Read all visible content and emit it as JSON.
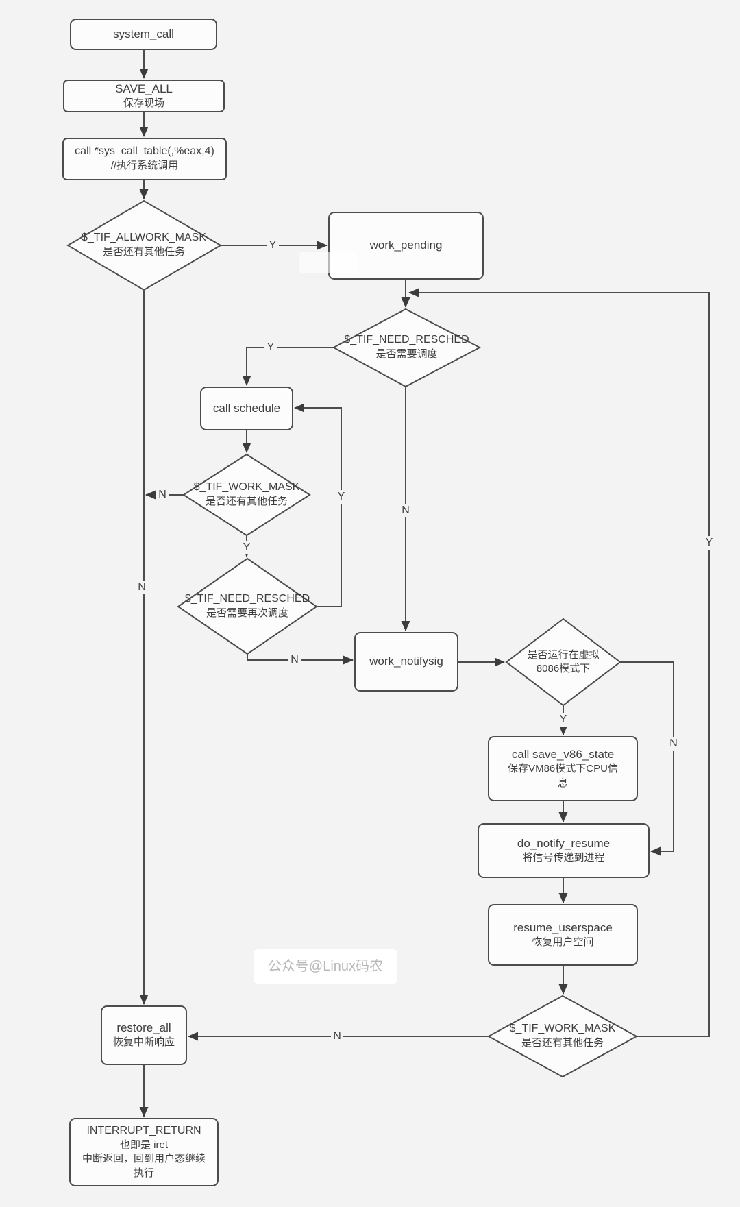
{
  "watermark": "公众号@Linux码农",
  "colors": {
    "background": "#f3f3f3",
    "node_fill": "#fcfcfc",
    "node_border": "#4c4c4c",
    "line": "#4c4c4c",
    "text": "#3e3e3e",
    "watermark_text": "#b8b8b8"
  },
  "nodes": {
    "system_call": {
      "lines": [
        "system_call"
      ]
    },
    "save_all": {
      "lines": [
        "SAVE_ALL",
        "保存现场"
      ]
    },
    "sys_call_table": {
      "lines": [
        "call *sys_call_table(,%eax,4)",
        "//执行系统调用"
      ]
    },
    "tif_allwork_mask": {
      "lines": [
        "$_TIF_ALLWORK_MASK",
        "是否还有其他任务"
      ]
    },
    "work_pending": {
      "lines": [
        "work_pending"
      ]
    },
    "tif_need_resched": {
      "lines": [
        "$_TIF_NEED_RESCHED",
        "是否需要调度"
      ]
    },
    "call_schedule": {
      "lines": [
        "call schedule"
      ]
    },
    "tif_work_mask": {
      "lines": [
        "$_TIF_WORK_MASK",
        "是否还有其他任务"
      ]
    },
    "tif_need_resched_2": {
      "lines": [
        "$_TIF_NEED_RESCHED",
        "是否需要再次调度"
      ]
    },
    "work_notifysig": {
      "lines": [
        "work_notifysig"
      ]
    },
    "vm86_check": {
      "lines": [
        "是否运行在虚拟",
        "8086模式下"
      ]
    },
    "save_v86_state": {
      "lines": [
        "call save_v86_state",
        "保存VM86模式下CPU信",
        "息"
      ]
    },
    "do_notify_resume": {
      "lines": [
        "do_notify_resume",
        "将信号传递到进程"
      ]
    },
    "resume_userspace": {
      "lines": [
        "resume_userspace",
        "恢复用户空间"
      ]
    },
    "tif_work_mask_2": {
      "lines": [
        "$_TIF_WORK_MASK",
        "是否还有其他任务"
      ]
    },
    "restore_all": {
      "lines": [
        "restore_all",
        "恢复中断响应"
      ]
    },
    "interrupt_return": {
      "lines": [
        "INTERRUPT_RETURN",
        "也即是 iret",
        "中断返回，回到用户态继续",
        "执行"
      ]
    }
  },
  "edge_labels": {
    "allwork_y": "Y",
    "allwork_n": "N",
    "resched1_y": "Y",
    "resched1_n": "N",
    "workmask1_n": "N",
    "workmask1_y": "Y",
    "schedule_loop_y": "Y",
    "resched2_n": "N",
    "vm86_y": "Y",
    "vm86_n": "N",
    "workmask2_y": "Y",
    "workmask2_n": "N"
  }
}
